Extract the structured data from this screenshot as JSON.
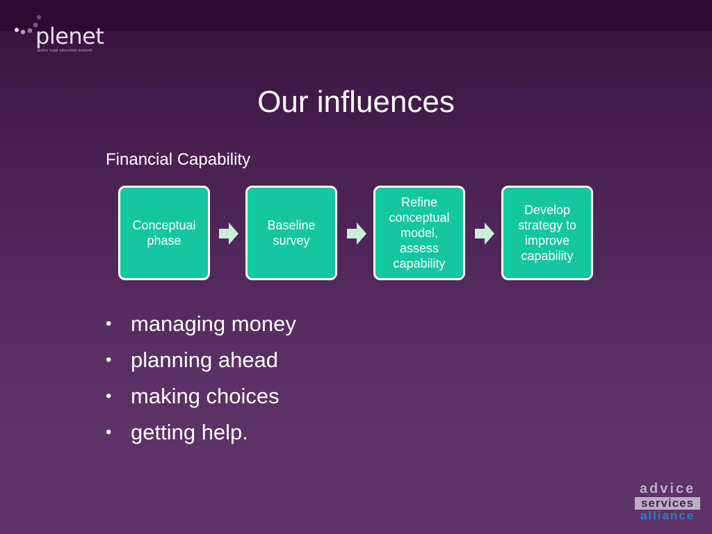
{
  "logo": {
    "name": "plenet",
    "tagline": "public legal education network"
  },
  "slide": {
    "title": "Our influences",
    "subtitle": "Financial Capability"
  },
  "flow": {
    "steps": [
      "Conceptual phase",
      "Baseline survey",
      "Refine conceptual model, assess capability",
      "Develop strategy to improve capability"
    ],
    "box_color": "#14c7a0",
    "arrow_color": "#c8f0d8"
  },
  "bullets": [
    "managing money",
    "planning ahead",
    "making choices",
    "getting help."
  ],
  "footer_logo": {
    "line1": "advice",
    "line2": "services",
    "line3": "alliance"
  },
  "colors": {
    "background": "#4a1f52",
    "top_bar": "#2c0a33",
    "text": "#ffffff"
  }
}
